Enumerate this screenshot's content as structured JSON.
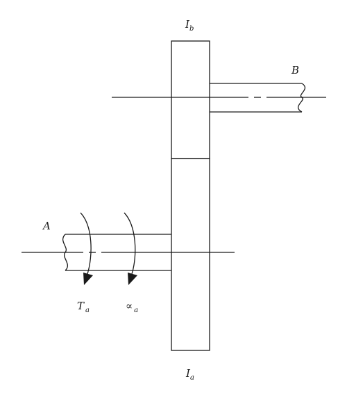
{
  "labels": {
    "gear_b": {
      "main": "I",
      "sub": "b"
    },
    "gear_a": {
      "main": "I",
      "sub": "a"
    },
    "shaft_a": "A",
    "shaft_b": "B",
    "torque": {
      "main": "T",
      "sub": "a"
    },
    "accel": {
      "main": "∝",
      "sub": "a"
    }
  }
}
